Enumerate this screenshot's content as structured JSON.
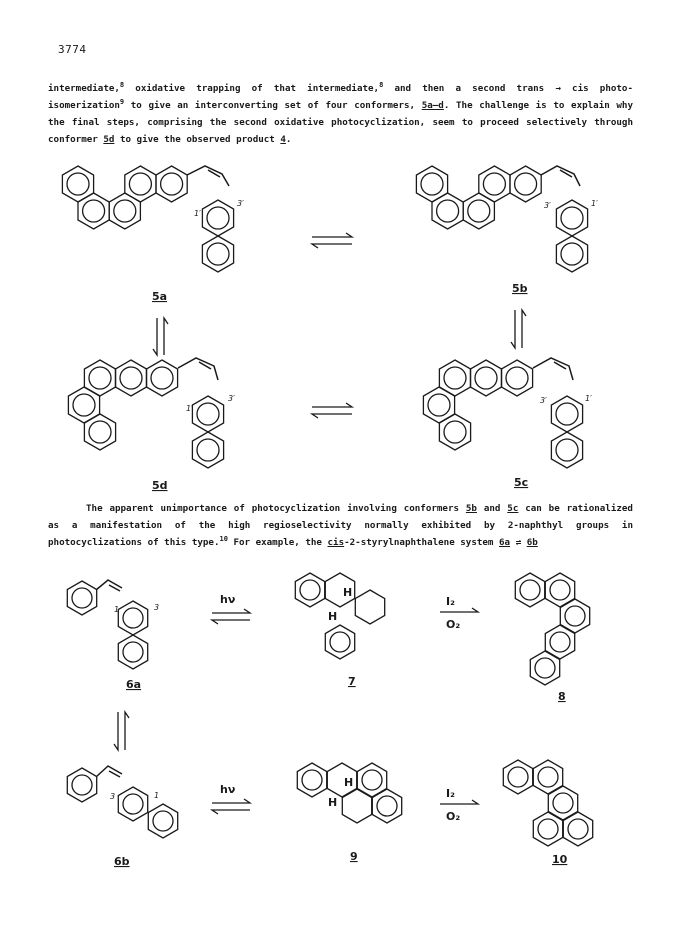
{
  "page_number": "3774",
  "paragraph1": {
    "s1": "intermediate,",
    "r1": "8",
    "s2": " oxidative trapping of that intermediate,",
    "r2": "8",
    "s3": " and then a second trans → cis photo-isomerization",
    "r3": "9",
    "s4": " to give an interconverting set of four conformers, ",
    "u1": "5a–d",
    "s5": ". The challenge is to explain why the final steps, comprising the second oxidative photocyclization, seem to proceed selectively through conformer ",
    "u2": "5d",
    "s6": " to give the observed product ",
    "u3": "4",
    "s7": "."
  },
  "paragraph2": {
    "s1": "The apparent unimportance of photocyclization involving conformers ",
    "u1": "5b",
    "s2": " and ",
    "u2": "5c",
    "s3": " can be rationalized as a manifestation of the high regioselectivity normally exhibited by 2-naphthyl groups in photocyclizations of this type.",
    "r1": "10",
    "s4": " For example, the ",
    "u3": "cis",
    "s5": "-2-styrylnaphthalene system ",
    "u4": "6a",
    "s6": " ⇌ ",
    "u5": "6b"
  },
  "scheme1": {
    "compounds": [
      "5a",
      "5b",
      "5c",
      "5d"
    ],
    "position_labels": {
      "p1": "1′",
      "p3": "3′"
    }
  },
  "scheme2": {
    "compounds": [
      "6a",
      "7",
      "8",
      "6b",
      "9",
      "10"
    ],
    "position_labels": {
      "p1": "1",
      "p3": "3"
    },
    "hydrogen_label": "H",
    "light_label": "hν",
    "oxidant_top": "I₂",
    "oxidant_bottom": "O₂"
  }
}
